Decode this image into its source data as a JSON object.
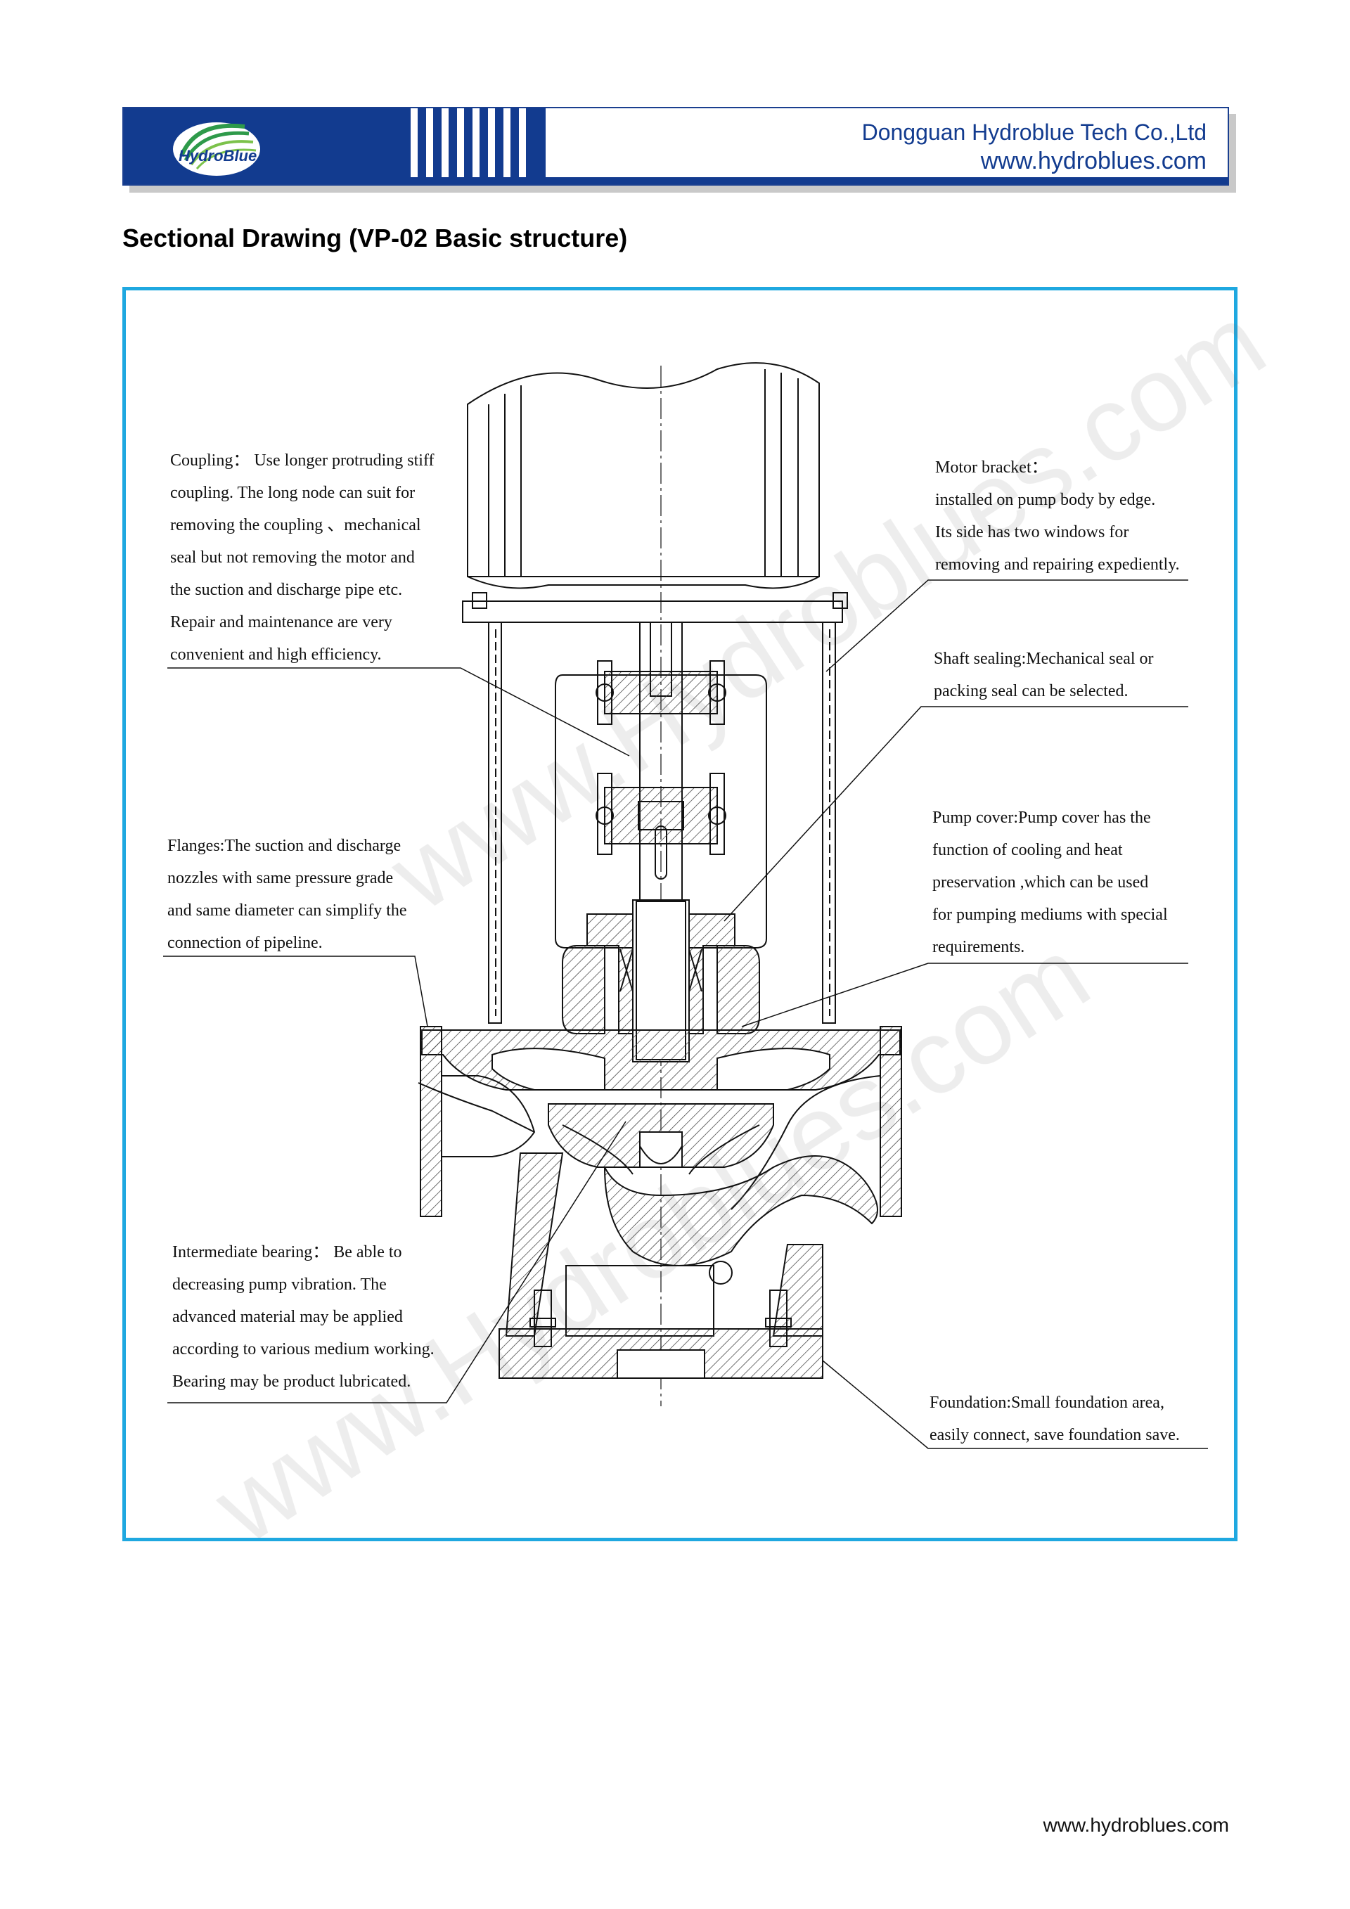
{
  "header": {
    "logo_text": "HydroBlue",
    "company_name": "Dongguan Hydroblue Tech Co.,Ltd",
    "website": "www.hydroblues.com"
  },
  "document_title": "Sectional Drawing (VP-02 Basic structure)",
  "watermark": "www.Hydroblues.com",
  "annotations": {
    "coupling": [
      "Coupling： Use longer protruding stiff",
      "coupling. The long node can suit for",
      "removing the coupling 、mechanical",
      "seal but not removing the motor and",
      "the suction and discharge pipe etc.",
      "Repair and maintenance are very",
      "convenient and high efficiency."
    ],
    "motor_bracket": [
      "Motor bracket：",
      "installed on pump body by edge.",
      "Its side has two windows for",
      "removing and repairing expediently."
    ],
    "shaft_sealing": [
      "Shaft sealing:Mechanical seal or",
      "packing seal can be selected."
    ],
    "flanges": [
      "Flanges:The suction and discharge",
      "nozzles with same pressure grade",
      "and same diameter can simplify the",
      "connection of pipeline."
    ],
    "pump_cover": [
      "Pump cover:Pump cover has the",
      "function of cooling and heat",
      "preservation ,which can be used",
      "for pumping mediums with special",
      "requirements."
    ],
    "intermediate_bearing": [
      "Intermediate bearing： Be able to",
      "decreasing pump vibration. The",
      "advanced material may be applied",
      "according to various medium working.",
      "Bearing may be product lubricated."
    ],
    "foundation": [
      "Foundation:Small foundation area,",
      "easily connect, save foundation save."
    ]
  },
  "footer": {
    "website": "www.hydroblues.com"
  },
  "colors": {
    "brand_blue": "#123b8f",
    "frame_cyan": "#1fa8e0"
  }
}
